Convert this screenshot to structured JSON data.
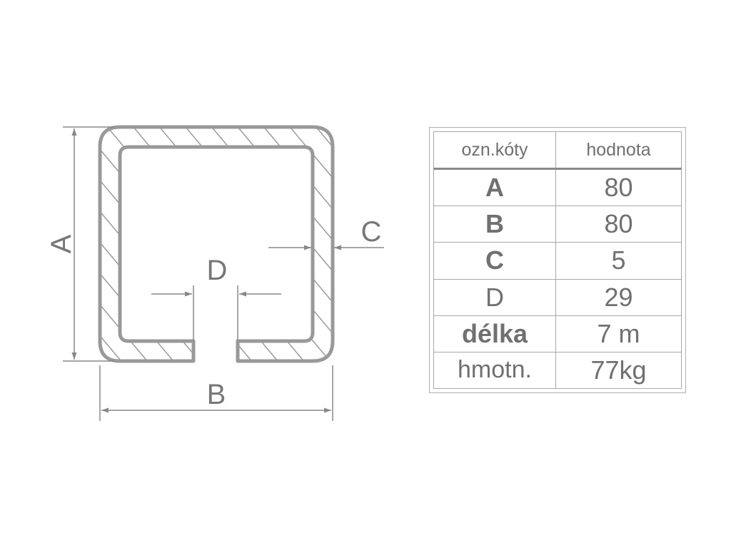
{
  "diagram": {
    "labels": {
      "A": "A",
      "B": "B",
      "C": "C",
      "D": "D"
    },
    "colors": {
      "outline": "#999999",
      "hatch": "#9a9a9a",
      "dimension": "#888888",
      "text": "#777777"
    }
  },
  "table": {
    "headers": [
      "ozn.kóty",
      "hodnota"
    ],
    "rows": [
      {
        "label": "A",
        "value": "80",
        "bold": true
      },
      {
        "label": "B",
        "value": "80",
        "bold": true
      },
      {
        "label": "C",
        "value": "5",
        "bold": true
      },
      {
        "label": "D",
        "value": "29",
        "bold": false
      },
      {
        "label": "délka",
        "value": "7 m",
        "bold": true
      },
      {
        "label": "hmotn.",
        "value": "77kg",
        "bold": false
      }
    ]
  }
}
